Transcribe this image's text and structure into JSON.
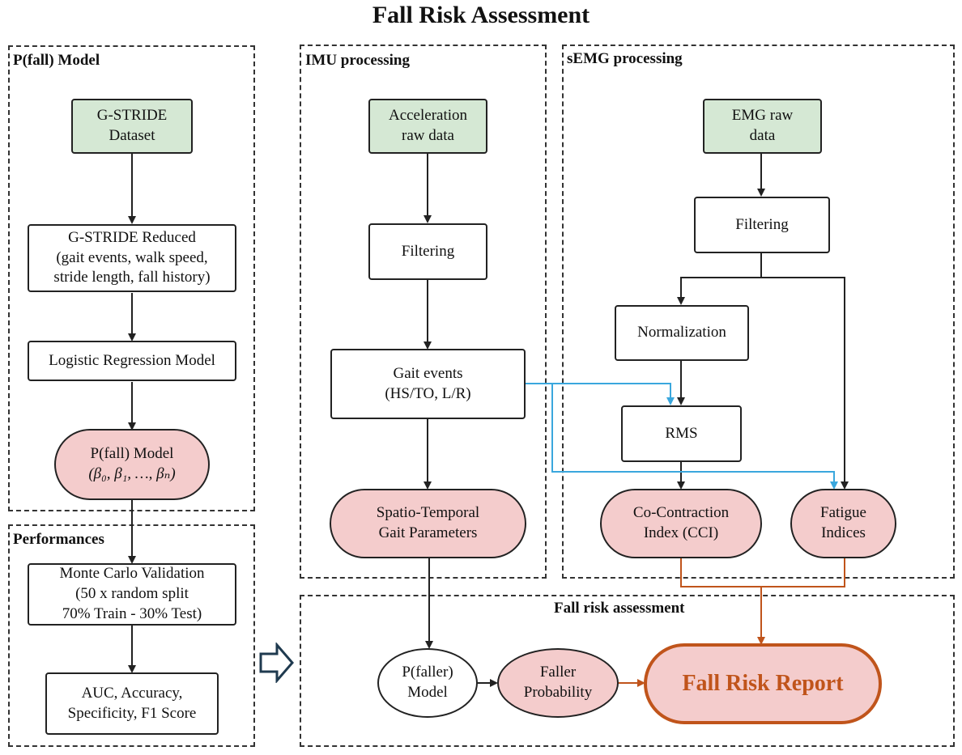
{
  "title": "Fall Risk Assessment",
  "panels": {
    "pfall_model": "P(fall) Model",
    "performances": "Performances",
    "imu": "IMU processing",
    "semg": "sEMG processing",
    "fall_risk": "Fall risk assessment"
  },
  "left": {
    "dataset": [
      "G-STRIDE",
      "Dataset"
    ],
    "reduced": [
      "G-STRIDE Reduced",
      "(gait events, walk speed,",
      "stride length, fall history)"
    ],
    "logistic": "Logistic Regression Model",
    "model": [
      "P(fall) Model",
      "(β₀, β₁, …, βₙ)"
    ],
    "monte_carlo": [
      "Monte Carlo Validation",
      "(50 x random split",
      "70% Train - 30% Test)"
    ],
    "metrics": [
      "AUC, Accuracy,",
      "Specificity, F1 Score"
    ]
  },
  "imu": {
    "raw": [
      "Acceleration",
      "raw data"
    ],
    "filtering": "Filtering",
    "gait_events": [
      "Gait events",
      "(HS/TO, L/R)"
    ],
    "spatio": [
      "Spatio-Temporal",
      "Gait Parameters"
    ]
  },
  "semg": {
    "raw": [
      "EMG raw",
      "data"
    ],
    "filtering": "Filtering",
    "normalization": "Normalization",
    "rms": "RMS",
    "cci": [
      "Co-Contraction",
      "Index (CCI)"
    ],
    "fatigue": [
      "Fatigue",
      "Indices"
    ]
  },
  "assessment": {
    "pfaller": [
      "P(faller)",
      "Model"
    ],
    "probability": [
      "Faller",
      "Probability"
    ],
    "report": "Fall Risk Report"
  },
  "colors": {
    "input_green": "#d5e8d4",
    "output_pink": "#f4cccc",
    "report_orange": "#c0541b",
    "link_blue": "#3aa7dd"
  },
  "icons": {
    "flow_arrow": "hollow-right-arrow-icon"
  }
}
